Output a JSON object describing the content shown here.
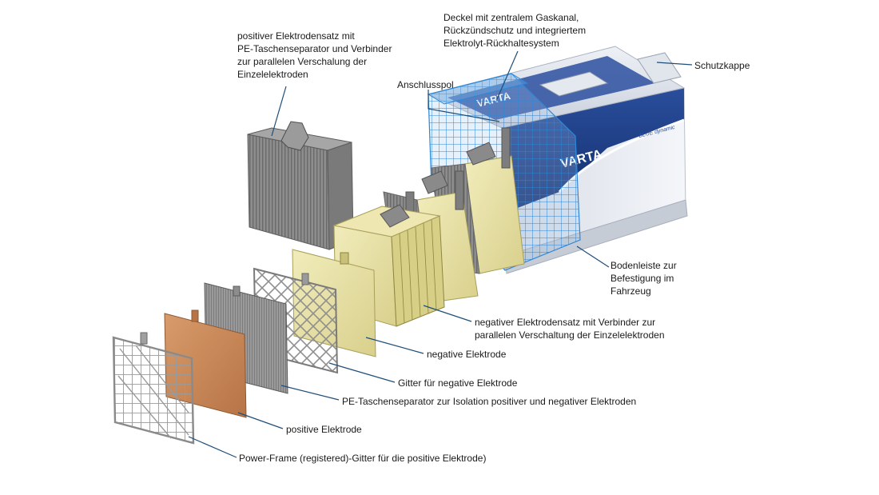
{
  "labels": {
    "positive_electrode_set": "positiver Elektrodensatz mit\nPE-Taschenseparator und Verbinder\nzur parallelen Verschalung der\nEinzelelektroden",
    "lid": "Deckel mit zentralem Gaskanal,\nRückzündschutz und integriertem\nElektrolyt-Rückhaltesystem",
    "protective_cap": "Schutzkappe",
    "terminal": "Anschlusspol",
    "base_strip": "Bodenleiste zur\nBefestigung im\nFahrzeug",
    "negative_electrode_set": "negativer Elektrodensatz mit Verbinder zur\nparallelen Verschaltung der Einzelelektroden",
    "negative_electrode": "negative Elektrode",
    "negative_grid": "Gitter für negative Elektrode",
    "pe_separator": "PE-Taschenseparator zur Isolation positiver und negativer Elektroden",
    "positive_electrode": "positive Elektrode",
    "power_frame": "Power-Frame (registered)-Gitter für die positive Elektrode)"
  },
  "brand": {
    "logo_text": "VARTA",
    "sub_text": "BLUE dynamic"
  },
  "colors": {
    "leader": "#1f4e79",
    "battery_blue": "#1e3f8a",
    "battery_white": "#e9ecf2",
    "xray_grid": "#2f86d6",
    "copper": "#c98a5a",
    "paste_yellow": "#e9e3a8",
    "metal_grey": "#8c8c8c"
  }
}
